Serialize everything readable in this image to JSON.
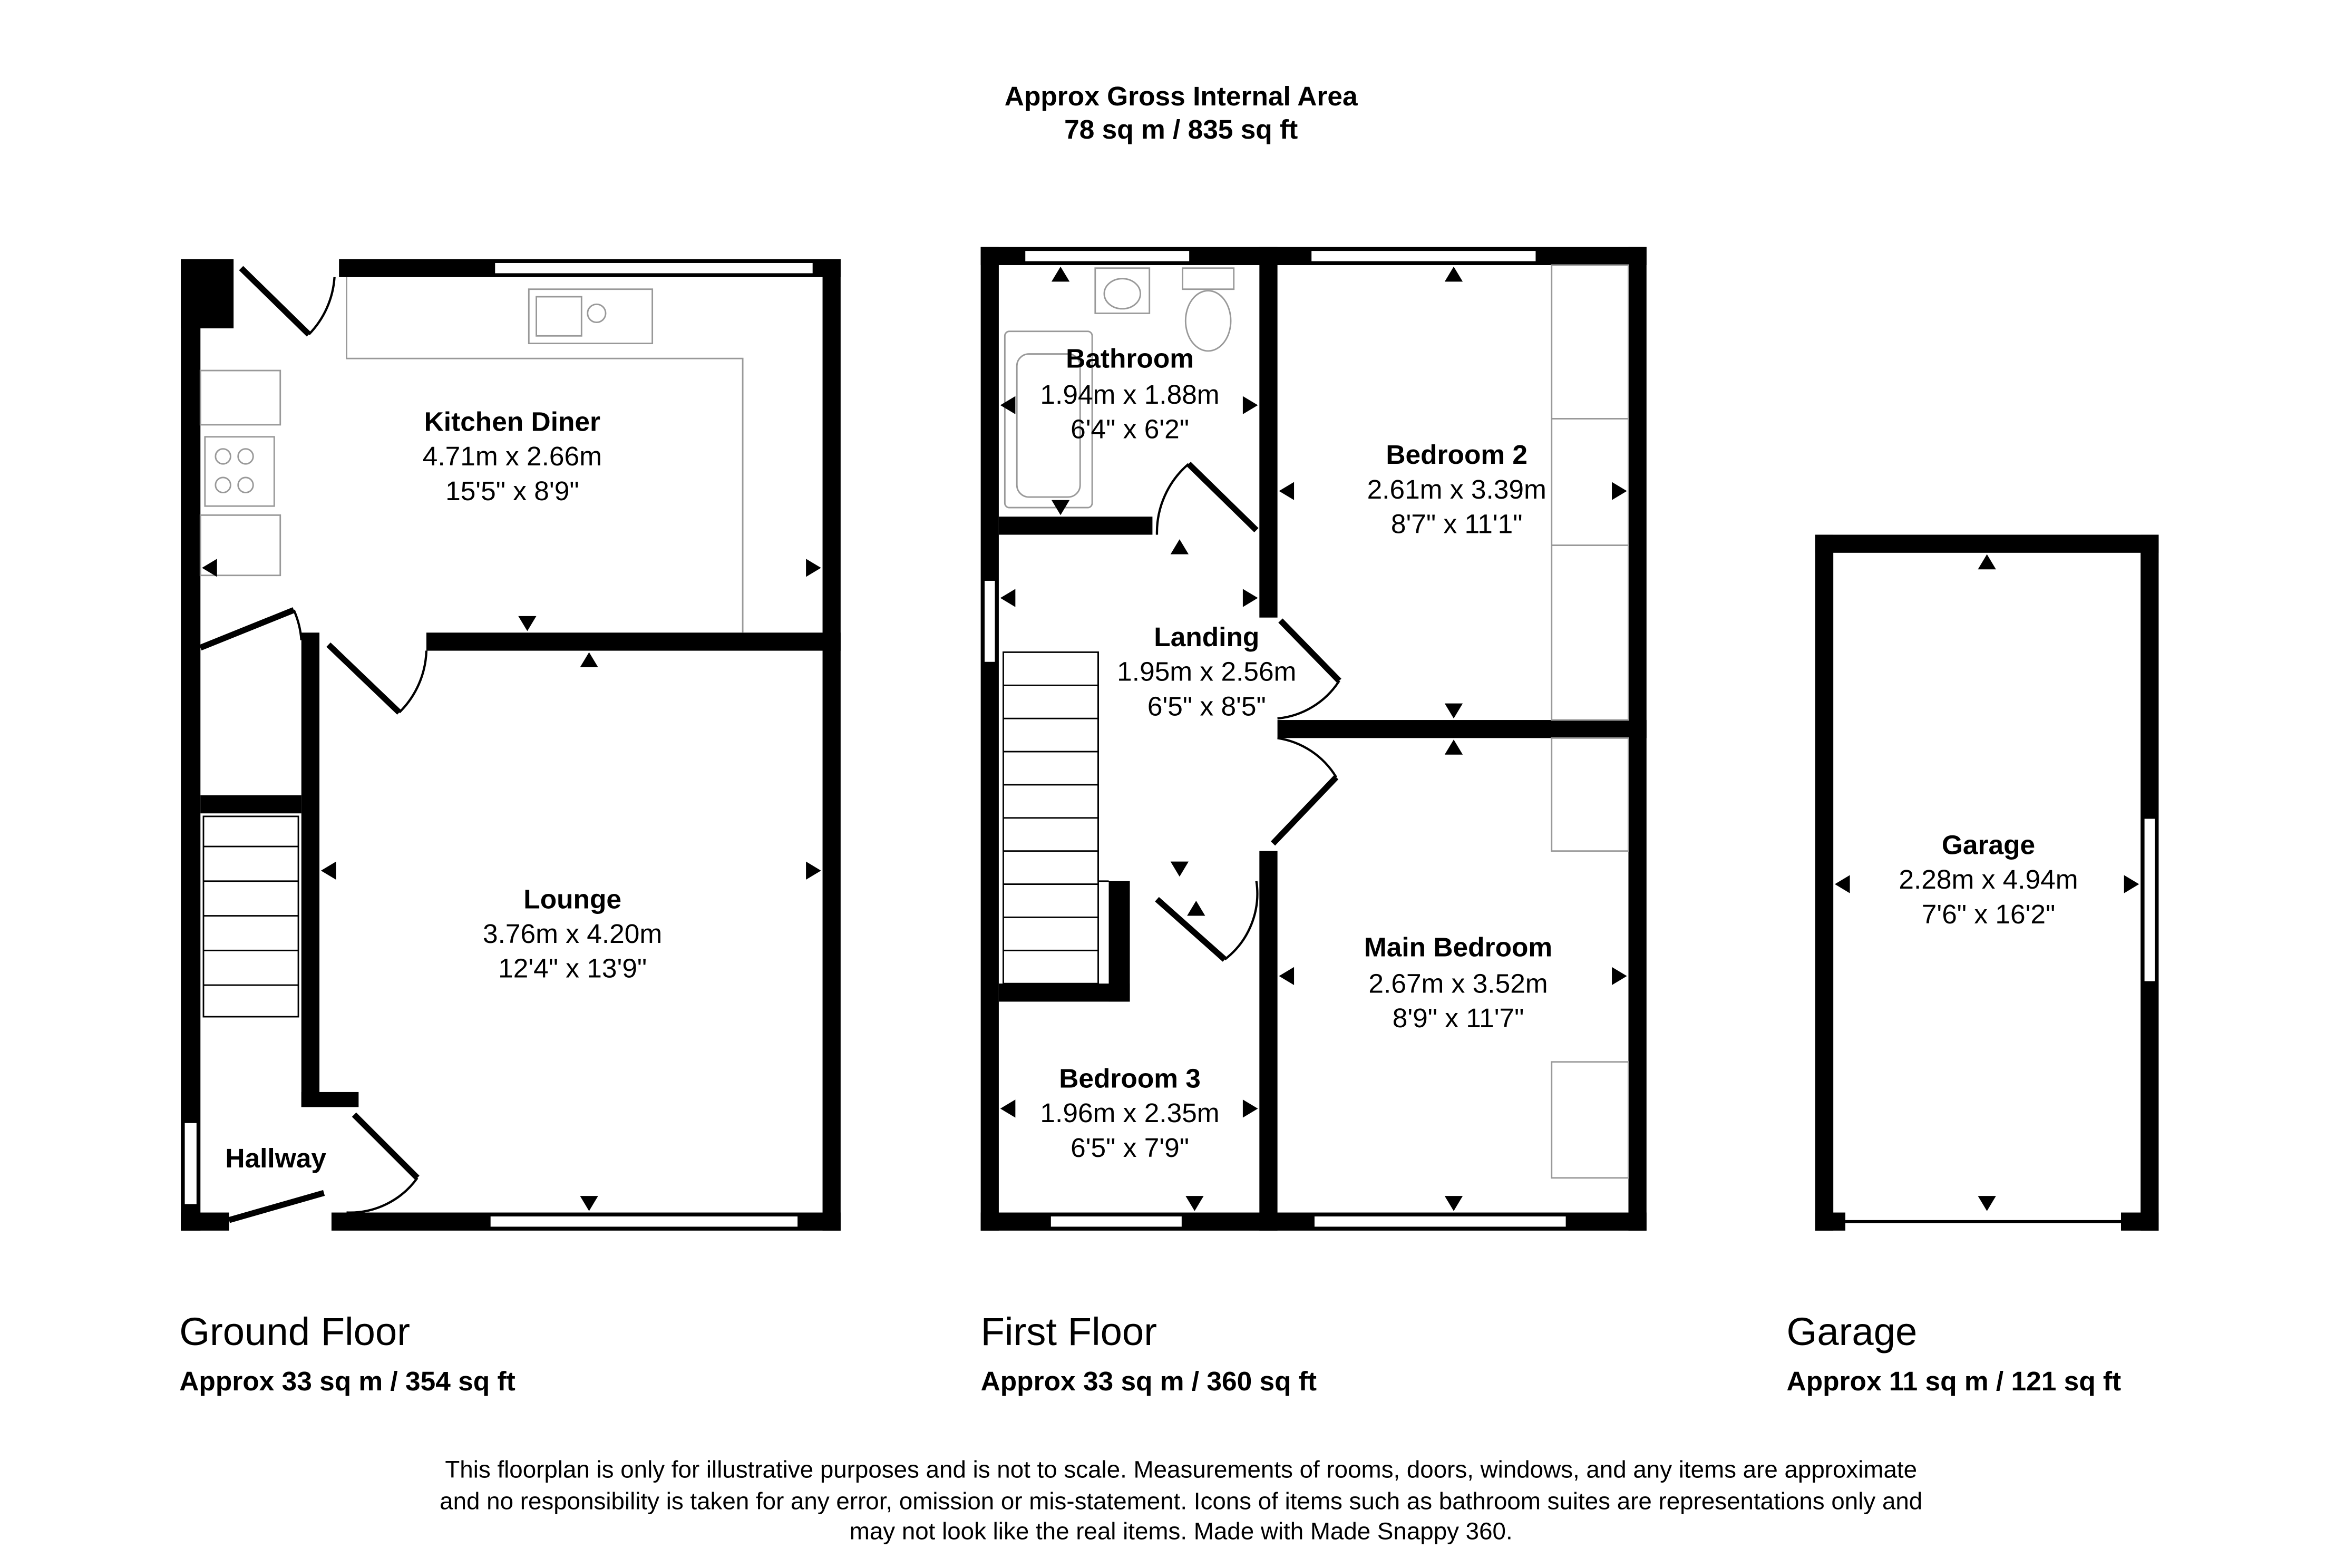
{
  "header": {
    "title": "Approx Gross Internal Area",
    "area": "78 sq m / 835 sq ft"
  },
  "floors": [
    {
      "name": "Ground Floor",
      "area": "Approx 33 sq m / 354 sq ft"
    },
    {
      "name": "First Floor",
      "area": "Approx 33 sq m / 360 sq ft"
    },
    {
      "name": "Garage",
      "area": "Approx 11 sq m / 121 sq ft"
    }
  ],
  "rooms": {
    "kitchen": {
      "name": "Kitchen Diner",
      "metric": "4.71m x 2.66m",
      "imperial": "15'5\" x 8'9\""
    },
    "lounge": {
      "name": "Lounge",
      "metric": "3.76m x 4.20m",
      "imperial": "12'4\" x 13'9\""
    },
    "hallway": {
      "name": "Hallway"
    },
    "bathroom": {
      "name": "Bathroom",
      "metric": "1.94m x 1.88m",
      "imperial": "6'4\" x 6'2\""
    },
    "landing": {
      "name": "Landing",
      "metric": "1.95m x 2.56m",
      "imperial": "6'5\" x 8'5\""
    },
    "bedroom2": {
      "name": "Bedroom 2",
      "metric": "2.61m x 3.39m",
      "imperial": "8'7\" x 11'1\""
    },
    "bedroom3": {
      "name": "Bedroom 3",
      "metric": "1.96m x 2.35m",
      "imperial": "6'5\" x 7'9\""
    },
    "main_bedroom": {
      "name": "Main Bedroom",
      "metric": "2.67m x 3.52m",
      "imperial": "8'9\" x 11'7\""
    },
    "garage": {
      "name": "Garage",
      "metric": "2.28m x 4.94m",
      "imperial": "7'6\" x 16'2\""
    }
  },
  "disclaimer": [
    "This floorplan is only for illustrative purposes and is not to scale. Measurements of rooms, doors, windows, and any items are approximate",
    "and no responsibility is taken for any error, omission or mis-statement. Icons of items such as bathroom suites are representations only and",
    "may not look like the real items. Made with Made Snappy 360."
  ]
}
